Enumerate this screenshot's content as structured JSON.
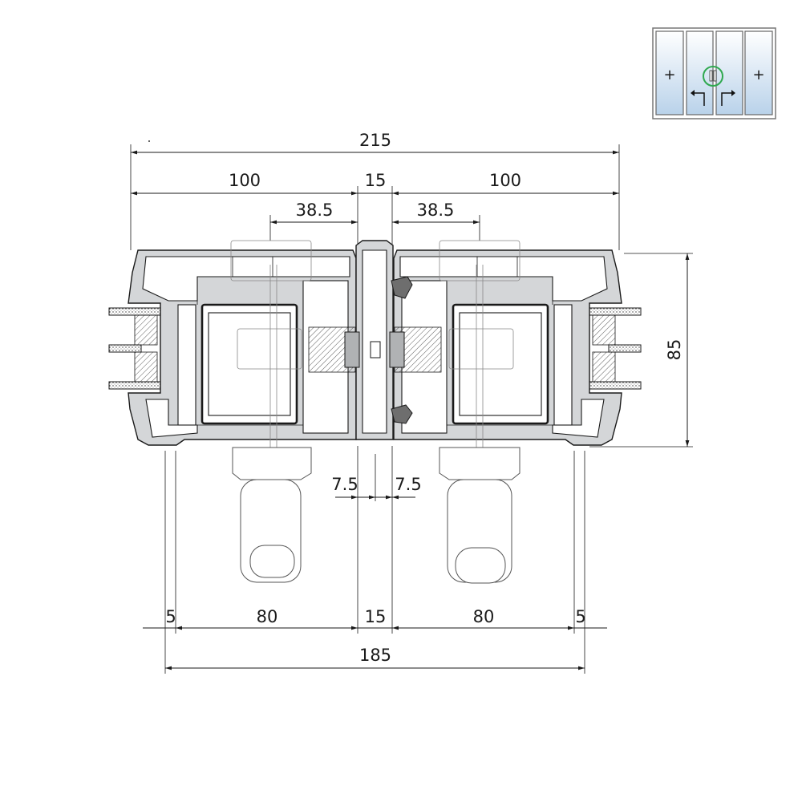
{
  "dimensions": {
    "overall_top": "215",
    "left_top": "100",
    "center_top": "15",
    "right_top": "100",
    "left_offset": "38.5",
    "right_offset": "38.5",
    "height": "85",
    "left_gap": "7.5",
    "right_gap": "7.5",
    "left_edge": "5",
    "left_bottom": "80",
    "center_bottom": "15",
    "right_bottom": "80",
    "right_edge": "5",
    "overall_bottom": "185"
  },
  "thumbnail": {
    "left_symbol": "+",
    "right_symbol": "+"
  },
  "colors": {
    "line": "#1a1a1a",
    "profile_fill": "#d4d6d8",
    "glass_blue": "#c9dcef",
    "highlight": "#2fa84f"
  }
}
